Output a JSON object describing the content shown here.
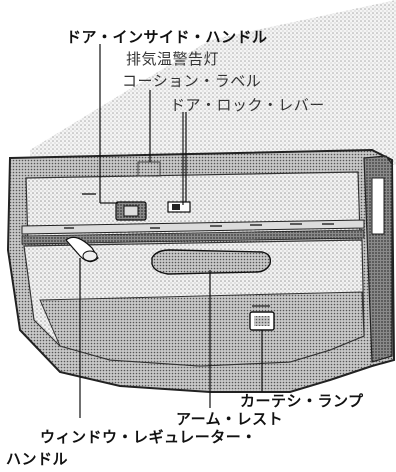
{
  "figure": {
    "labels": {
      "door_inside_handle": "ドア・インサイド・ハンドル",
      "exhaust_temp_warning_lamp": "排気温警告灯",
      "caution_label": "コーション・ラベル",
      "door_lock_lever": "ドア・ロック・レバー",
      "courtesy_lamp": "カーテシ・ランプ",
      "arm_rest": "アーム・レスト",
      "window_regulator_handle_line1": "ウィンドウ・レギュレーター・",
      "window_regulator_handle_line2": "ハンドル"
    }
  }
}
